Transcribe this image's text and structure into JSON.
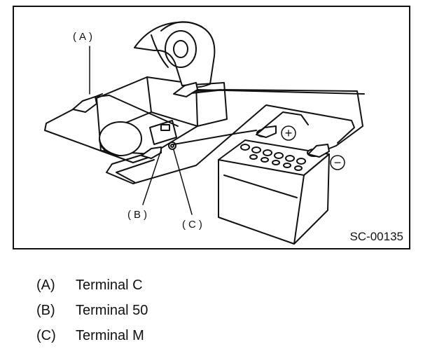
{
  "figure": {
    "code": "SC-00135",
    "callouts": {
      "a": "(A)",
      "b": "(B)",
      "c": "(C)"
    },
    "battery_signs": {
      "positive": "+",
      "negative": "−"
    }
  },
  "legend": [
    {
      "key": "(A)",
      "label": "Terminal C"
    },
    {
      "key": "(B)",
      "label": "Terminal 50"
    },
    {
      "key": "(C)",
      "label": "Terminal M"
    }
  ]
}
